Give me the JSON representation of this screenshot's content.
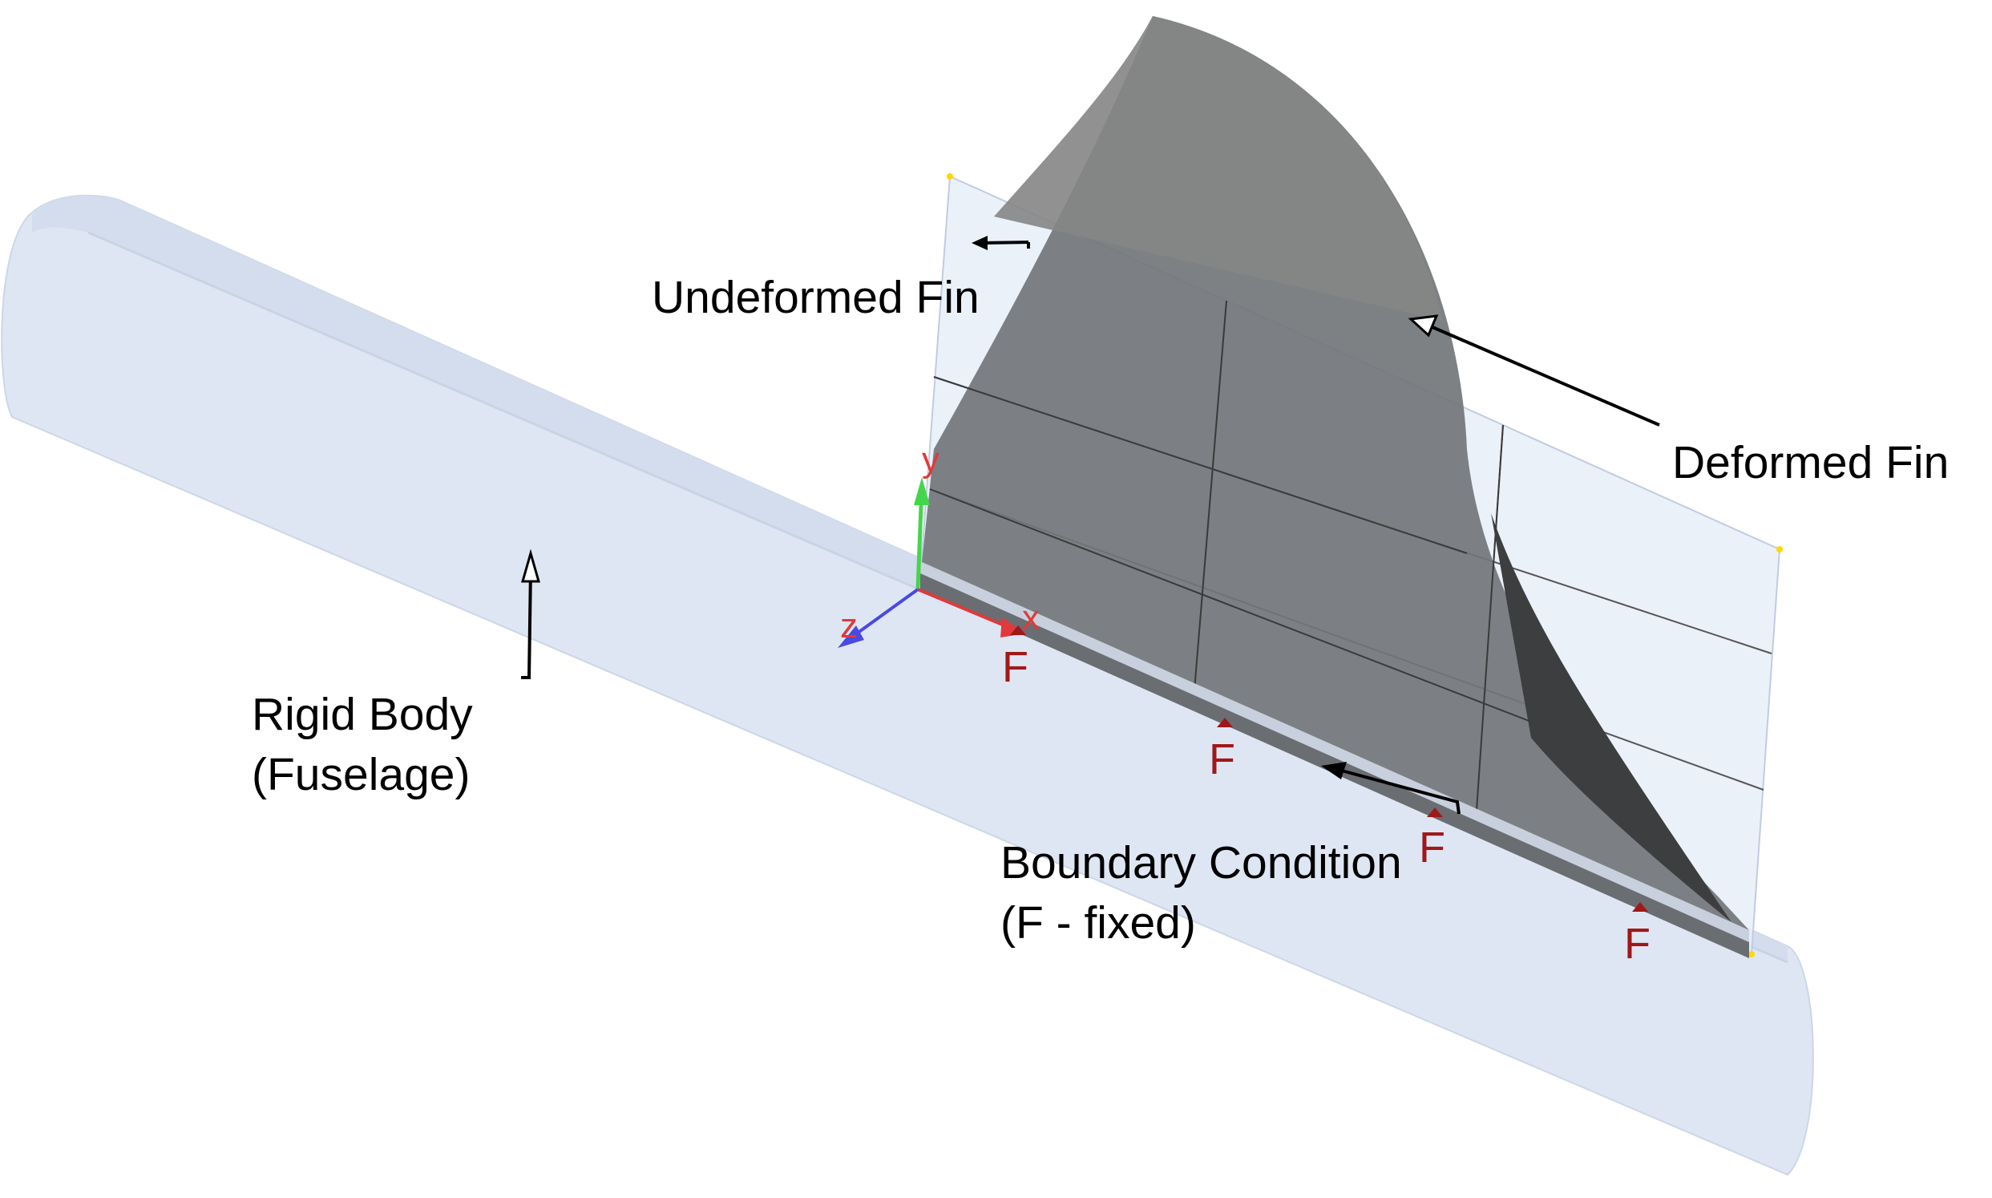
{
  "labels": {
    "undeformed_fin": "Undeformed Fin",
    "deformed_fin": "Deformed Fin",
    "rigid_body_line1": "Rigid Body",
    "rigid_body_line2": "(Fuselage)",
    "boundary_line1": "Boundary Condition",
    "boundary_line2": "(F - fixed)"
  },
  "fixed_marker": "F",
  "axes": {
    "x": "x",
    "y": "y",
    "z": "z"
  },
  "colors": {
    "fuselage": "#dfe6f3",
    "deformed_fin": "#6f7276",
    "undeformed_fin": "#e8eef8",
    "fixed_marker": "#a01818",
    "x_axis": "#e03a3a",
    "y_axis": "#43d64a",
    "z_axis": "#4a4ae0"
  }
}
